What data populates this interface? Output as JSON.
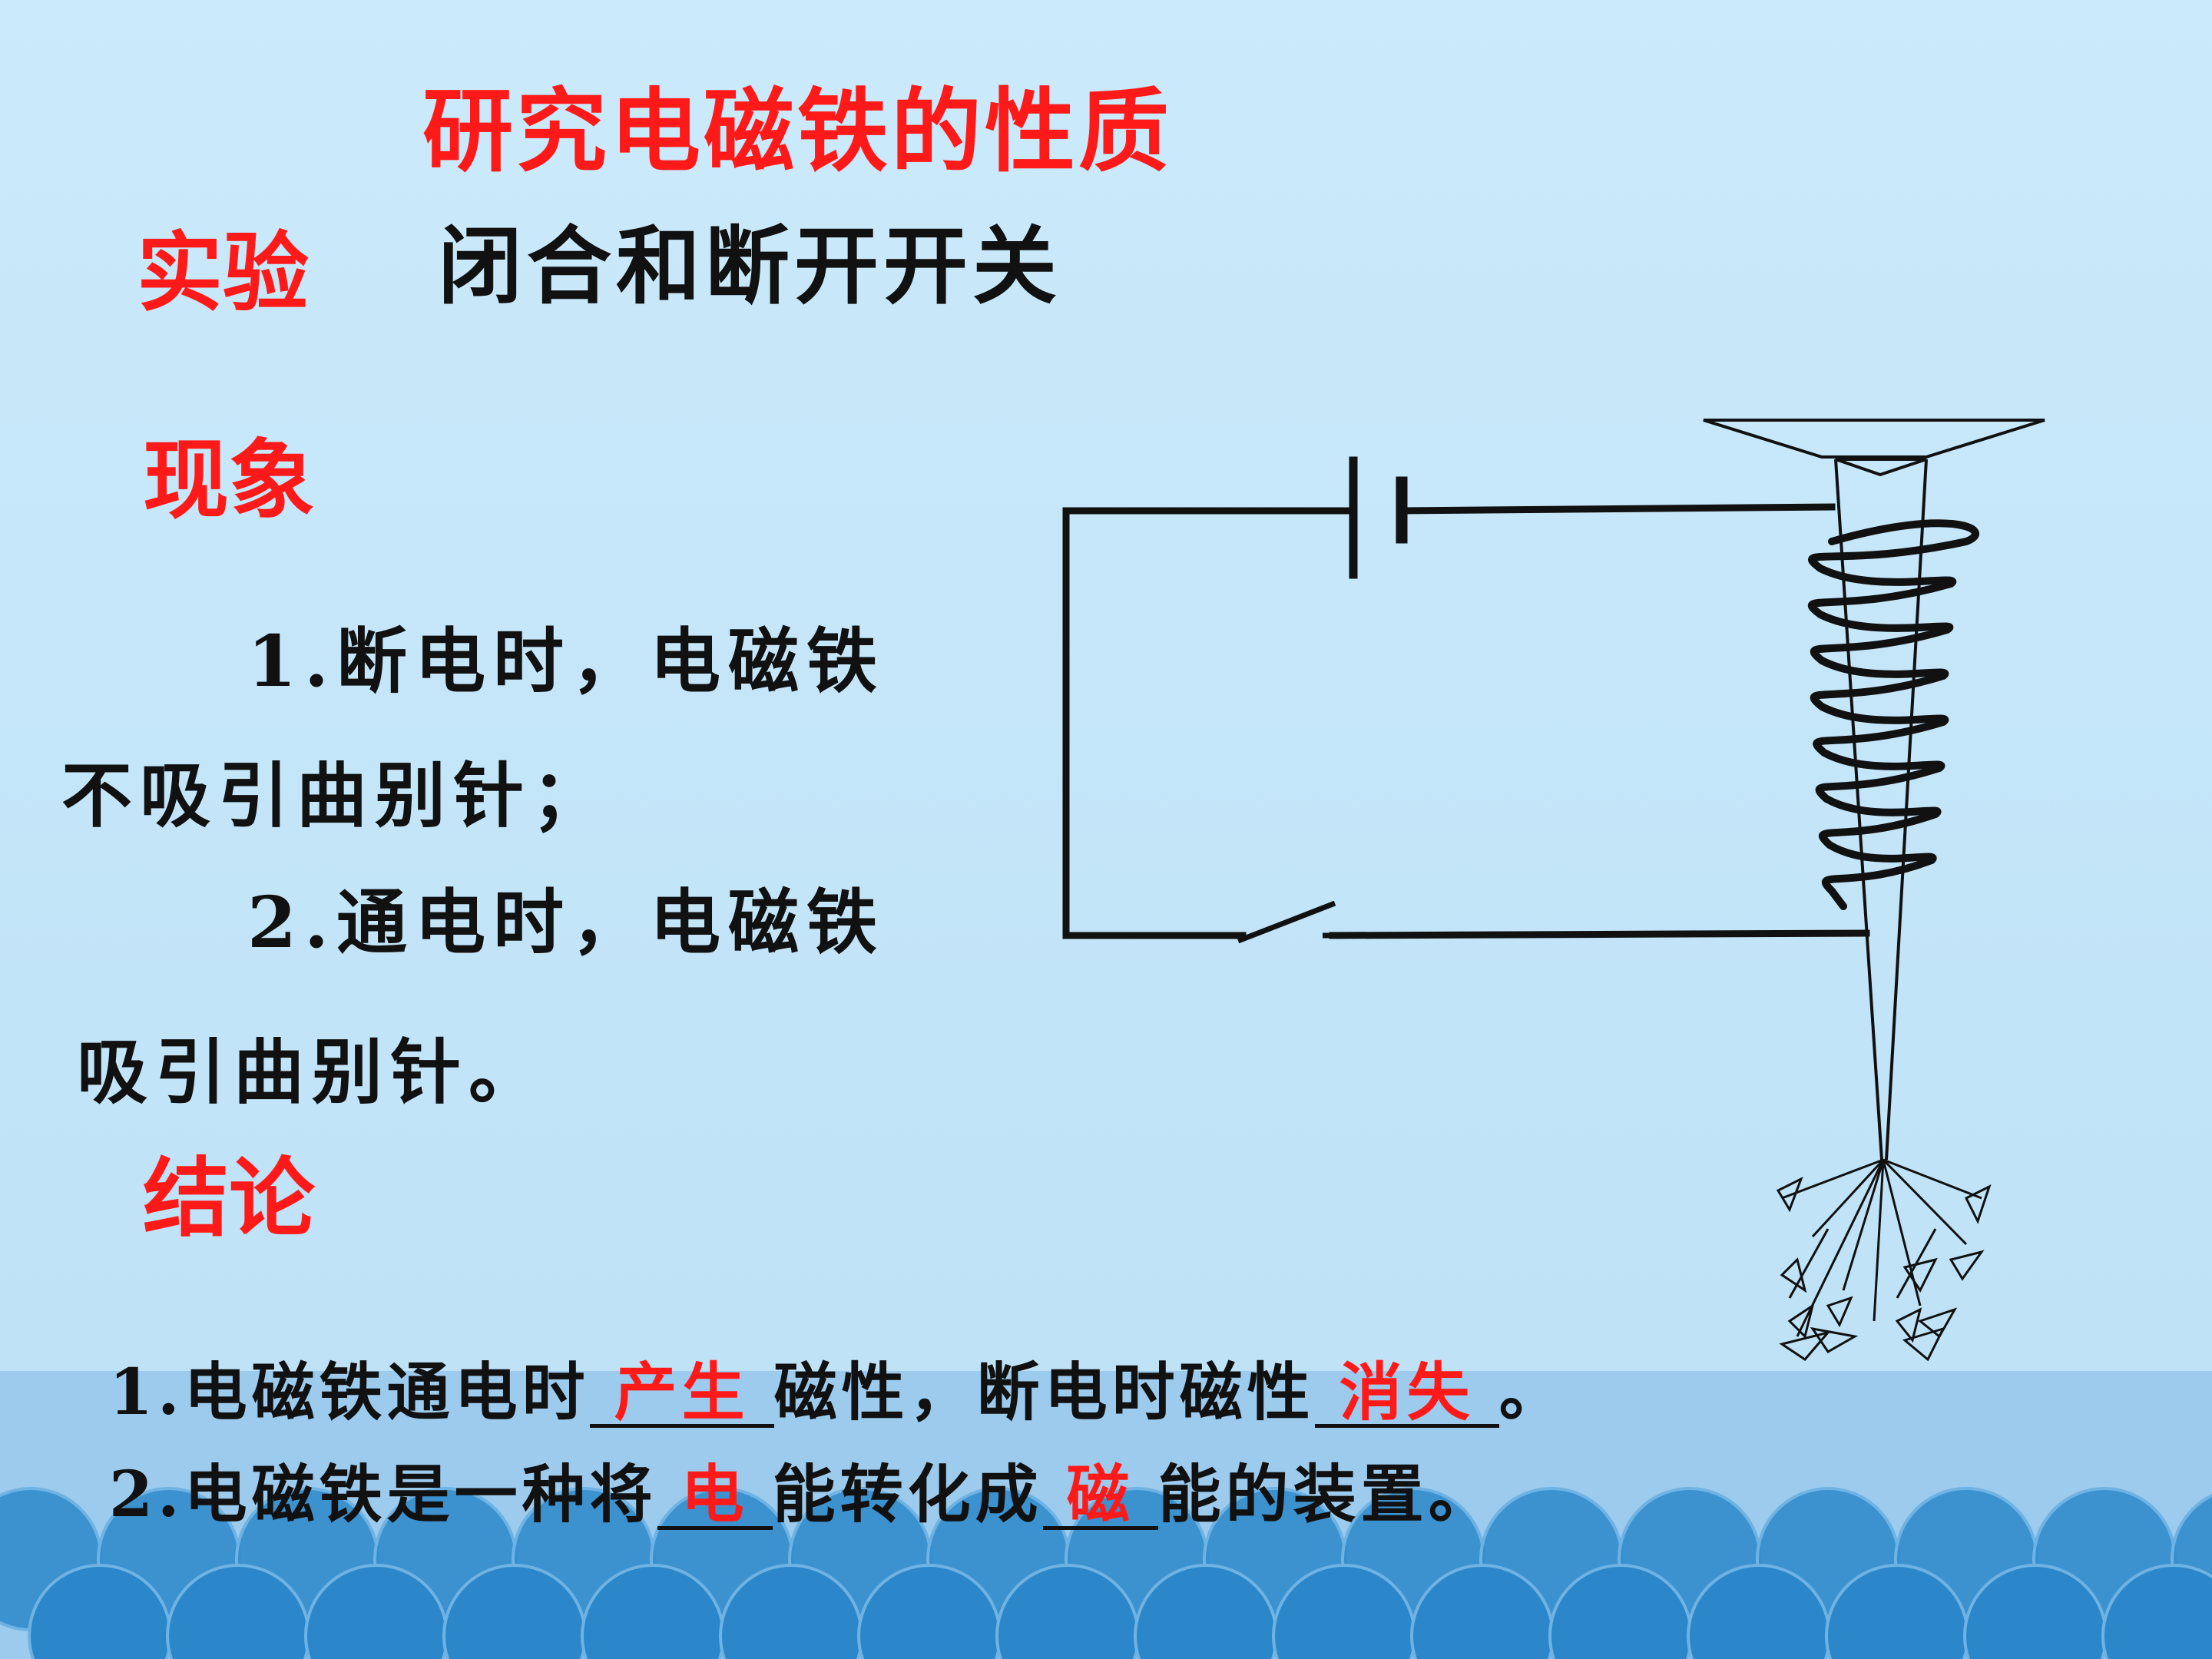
{
  "title": "研究电磁铁的性质",
  "experiment": {
    "label": "实验",
    "text": "闭合和断开开关"
  },
  "phenomenon": {
    "label": "现象",
    "line1a": "1.断电时，电磁铁",
    "line1b": "不吸引曲别针；",
    "line2a": "2.通电时，电磁铁",
    "line2b": "吸引曲别针。"
  },
  "conclusion": {
    "label": "结论",
    "s1_part1": "1.电磁铁通电时",
    "s1_blank1": "产生",
    "s1_part2": "磁性，断电时磁性",
    "s1_blank2": "消失",
    "s1_part3": "。",
    "s2_part1": "2.电磁铁是一种将",
    "s2_blank1": "电",
    "s2_part2": "能转化成",
    "s2_blank2": "磁",
    "s2_part3": "能的装置。"
  },
  "colors": {
    "background": "#c9e9fa",
    "accent_red": "#ff1a1a",
    "wave_light": "#9ccbee",
    "wave_dark": "#2b87c9"
  }
}
